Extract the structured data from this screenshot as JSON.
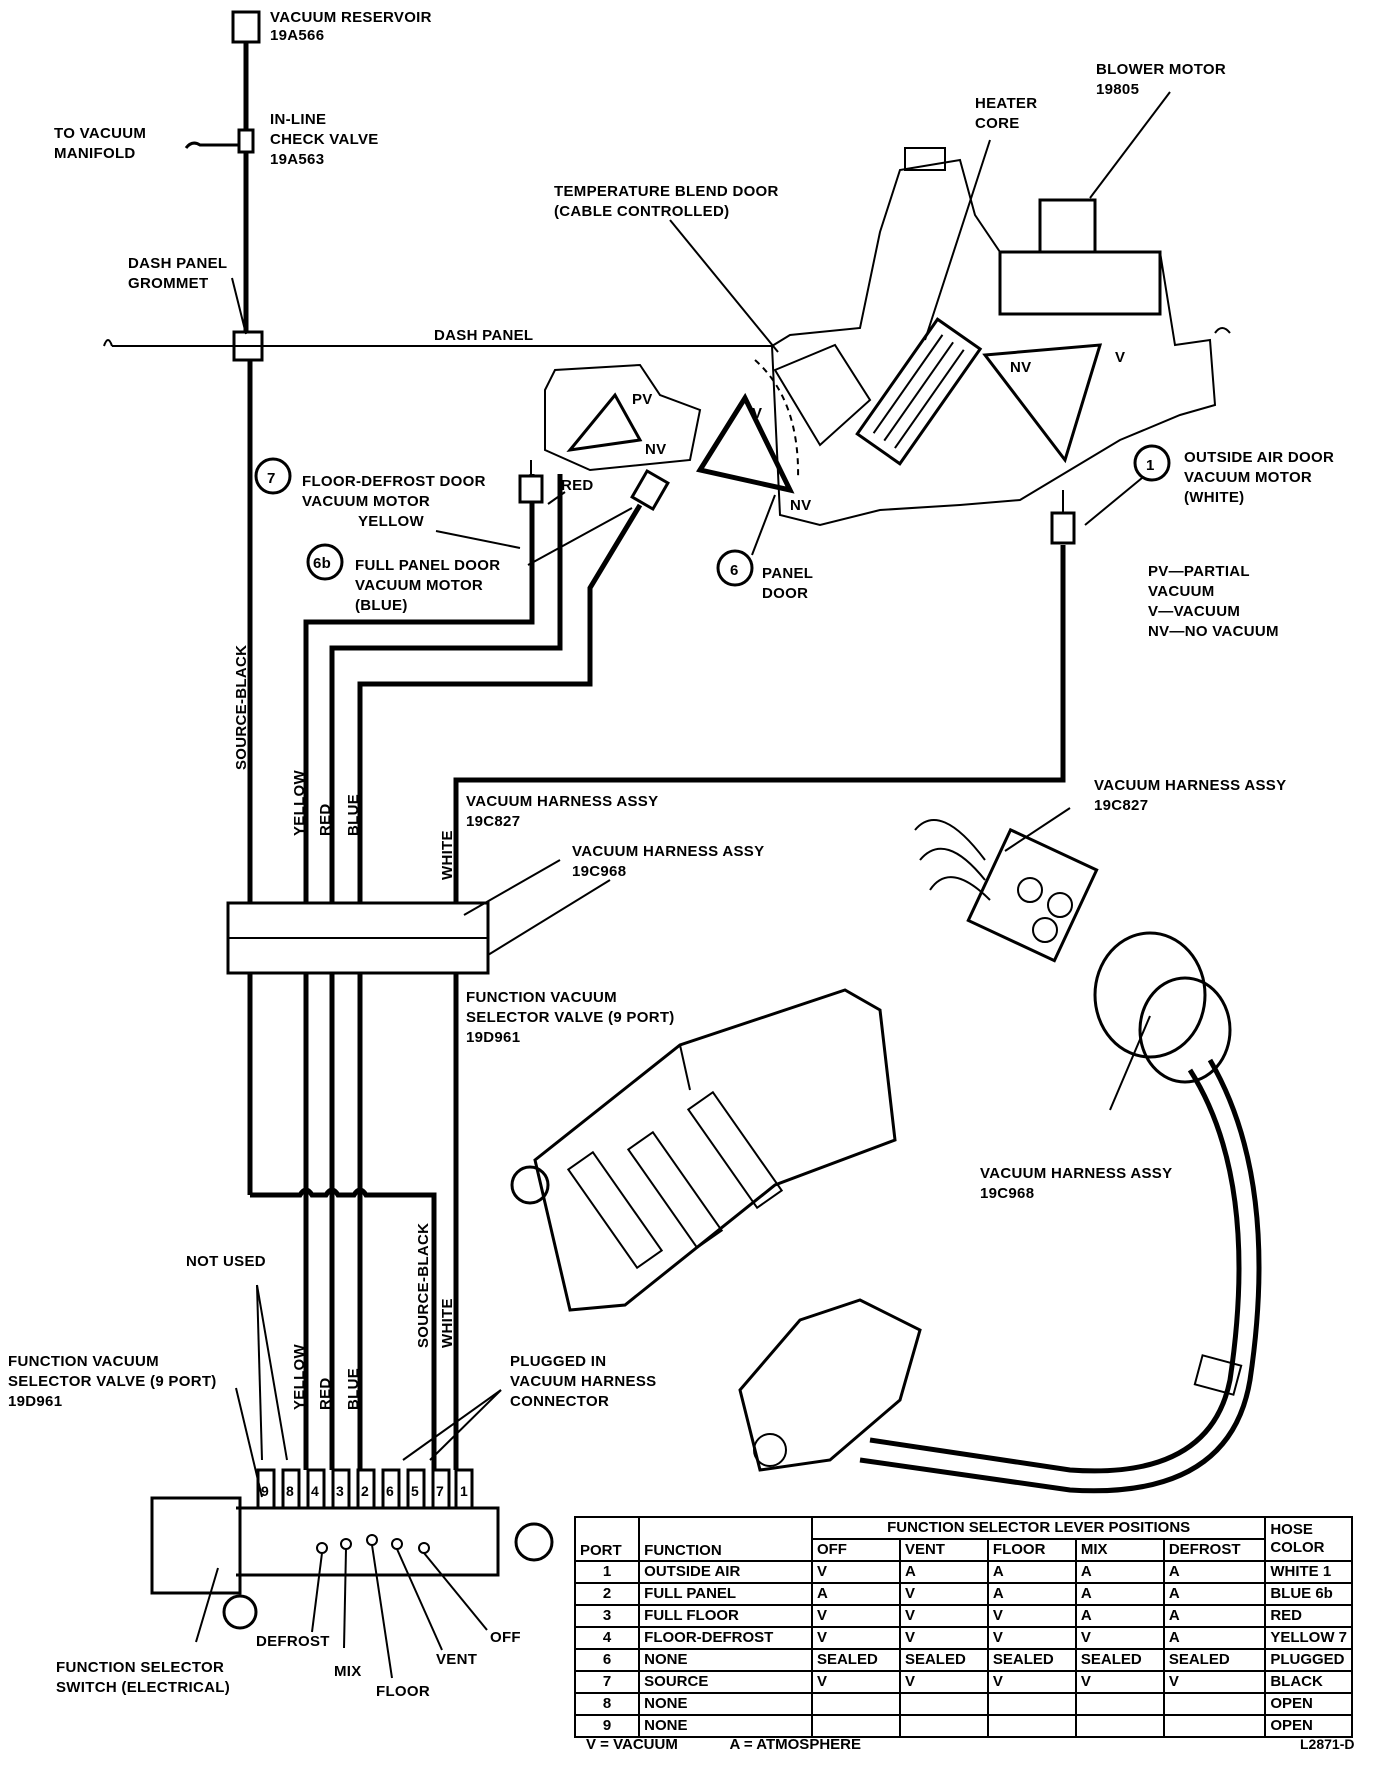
{
  "labels": {
    "vacuum_reservoir": [
      "VACUUM RESERVOIR",
      "19A566"
    ],
    "to_vacuum_manifold": [
      "TO VACUUM",
      "MANIFOLD"
    ],
    "check_valve": [
      "IN-LINE",
      "CHECK VALVE",
      "19A563"
    ],
    "dash_grommet": [
      "DASH PANEL",
      "GROMMET"
    ],
    "dash_panel": "DASH PANEL",
    "temp_blend_door": [
      "TEMPERATURE BLEND DOOR",
      "(CABLE CONTROLLED)"
    ],
    "heater_core": [
      "HEATER",
      "CORE"
    ],
    "blower_motor": [
      "BLOWER MOTOR",
      "19805"
    ],
    "outside_air_door": [
      "OUTSIDE AIR DOOR",
      "VACUUM MOTOR",
      "(WHITE)"
    ],
    "outside_air_door_num": "1",
    "floor_defrost_door": [
      "FLOOR-DEFROST DOOR",
      "VACUUM MOTOR"
    ],
    "floor_defrost_num": "7",
    "yellow_tag": "YELLOW",
    "red_tag": "RED",
    "full_panel_door": [
      "FULL PANEL DOOR",
      "VACUUM MOTOR",
      "(BLUE)"
    ],
    "full_panel_num": "6b",
    "panel_door": [
      "PANEL",
      "DOOR"
    ],
    "panel_door_num": "6",
    "pv": "PV",
    "nv": "NV",
    "v": "V",
    "key": [
      "PV—PARTIAL",
      "VACUUM",
      "V—VACUUM",
      "NV—NO VACUUM"
    ],
    "hose_source_black": "SOURCE-BLACK",
    "hose_yellow": "YELLOW",
    "hose_red": "RED",
    "hose_blue": "BLUE",
    "hose_white": "WHITE",
    "harness_c827_a": [
      "VACUUM HARNESS ASSY",
      "19C827"
    ],
    "harness_c968_a": [
      "VACUUM HARNESS ASSY",
      "19C968"
    ],
    "harness_c827_b": [
      "VACUUM HARNESS ASSY",
      "19C827"
    ],
    "harness_c968_b": [
      "VACUUM HARNESS ASSY",
      "19C968"
    ],
    "selector_valve_a": [
      "FUNCTION VACUUM",
      "SELECTOR VALVE (9 PORT)",
      "19D961"
    ],
    "selector_valve_b": [
      "FUNCTION VACUUM",
      "SELECTOR VALVE (9 PORT)",
      "19D961"
    ],
    "not_used": "NOT USED",
    "plugged": [
      "PLUGGED IN",
      "VACUUM HARNESS",
      "CONNECTOR"
    ],
    "port_numbers": [
      "9",
      "8",
      "4",
      "3",
      "2",
      "6",
      "5",
      "7",
      "1"
    ],
    "switch": [
      "FUNCTION SELECTOR",
      "SWITCH (ELECTRICAL)"
    ],
    "positions": [
      "DEFROST",
      "MIX",
      "FLOOR",
      "VENT",
      "OFF"
    ]
  },
  "table": {
    "group_header": "FUNCTION SELECTOR LEVER POSITIONS",
    "headers": [
      "PORT",
      "FUNCTION",
      "OFF",
      "VENT",
      "FLOOR",
      "MIX",
      "DEFROST",
      "HOSE COLOR"
    ],
    "rows": [
      [
        "1",
        "OUTSIDE AIR",
        "V",
        "A",
        "A",
        "A",
        "A",
        "WHITE 1"
      ],
      [
        "2",
        "FULL PANEL",
        "A",
        "V",
        "A",
        "A",
        "A",
        "BLUE 6b"
      ],
      [
        "3",
        "FULL FLOOR",
        "V",
        "V",
        "V",
        "A",
        "A",
        "RED"
      ],
      [
        "4",
        "FLOOR-DEFROST",
        "V",
        "V",
        "V",
        "V",
        "A",
        "YELLOW 7"
      ],
      [
        "6",
        "NONE",
        "SEALED",
        "SEALED",
        "SEALED",
        "SEALED",
        "SEALED",
        "PLUGGED"
      ],
      [
        "7",
        "SOURCE",
        "V",
        "V",
        "V",
        "V",
        "V",
        "BLACK"
      ],
      [
        "8",
        "NONE",
        "",
        "",
        "",
        "",
        "",
        "OPEN"
      ],
      [
        "9",
        "NONE",
        "",
        "",
        "",
        "",
        "",
        "OPEN"
      ]
    ]
  },
  "legend": [
    "V = VACUUM",
    "A = ATMOSPHERE"
  ],
  "figure_id": "L2871-D"
}
